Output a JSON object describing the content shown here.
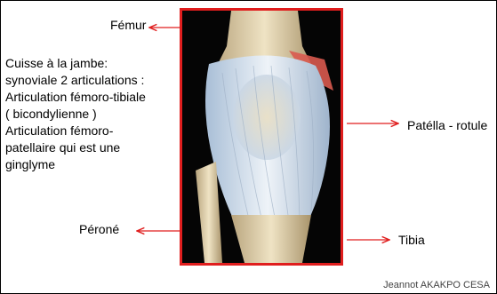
{
  "labels": {
    "femur": "Fémur",
    "patella": "Patélla - rotule",
    "perone": "Péroné",
    "tibia": "Tibia"
  },
  "description": [
    "Cuisse à la jambe:",
    "synoviale  2 articulations :",
    "Articulation fémoro-tibiale",
    "( bicondylienne )",
    "Articulation fémoro-",
    "patellaire qui est une",
    "ginglyme"
  ],
  "credit": "Jeannot AKAKPO CESA",
  "colors": {
    "arrow": "#e01e1e",
    "photo_border": "#e01e1e"
  }
}
